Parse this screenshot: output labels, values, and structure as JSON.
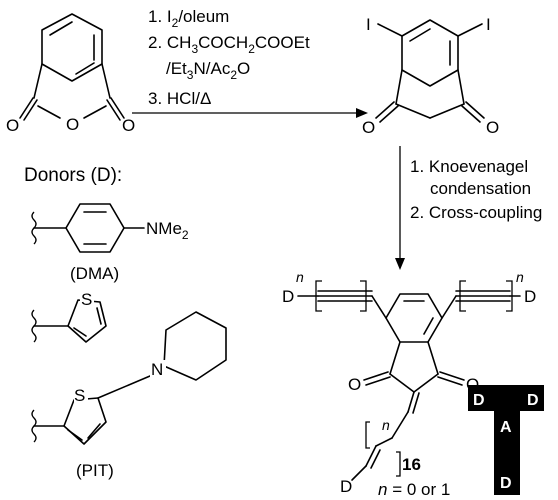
{
  "reaction1": {
    "step1": "1. I",
    "step1_sub": "2",
    "step1_tail": "/oleum",
    "step2": "2. CH",
    "step2_a": "3",
    "step2_b": "COCH",
    "step2_c": "2",
    "step2_d": "COOEt",
    "step2b": "/Et",
    "step2b_a": "3",
    "step2b_b": "N/Ac",
    "step2b_c": "2",
    "step2b_d": "O",
    "step3": "3. HCl/Δ"
  },
  "reaction2": {
    "step1a": "1. Knoevenagel",
    "step1b": "condensation",
    "step2": "2. Cross-coupling"
  },
  "atoms": {
    "O": "O",
    "I": "I",
    "S": "S",
    "N": "N",
    "D": "D",
    "A": "A",
    "n": "n",
    "nme": "NMe",
    "nme_sub": "2"
  },
  "donors": {
    "heading": "Donors (D):",
    "dma": "(DMA)",
    "pit": "(PIT)"
  },
  "product": {
    "number": "16",
    "n_eq": " = 0 or 1"
  }
}
